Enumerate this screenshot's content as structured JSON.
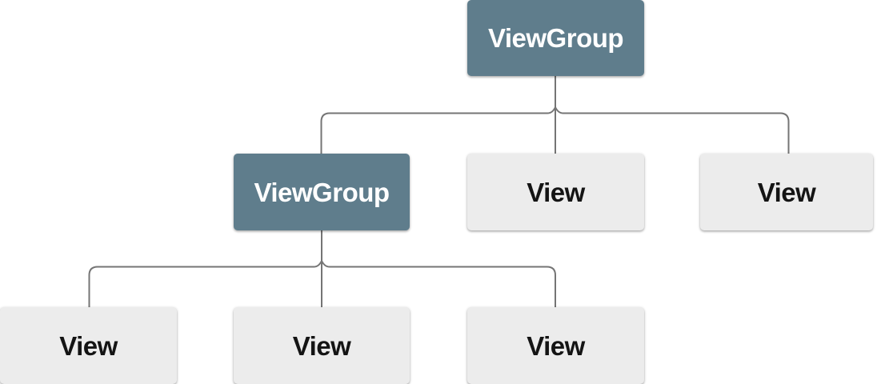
{
  "diagram": {
    "name": "view-hierarchy-tree",
    "colors": {
      "viewgroup_fill": "#5f7d8c",
      "viewgroup_text": "#ffffff",
      "view_fill": "#ececec",
      "view_text": "#141414",
      "connector": "#757575",
      "background": "#ffffff"
    },
    "nodes": {
      "root": {
        "label": "ViewGroup",
        "type": "viewgroup"
      },
      "child1": {
        "label": "ViewGroup",
        "type": "viewgroup"
      },
      "child2": {
        "label": "View",
        "type": "view"
      },
      "child3": {
        "label": "View",
        "type": "view"
      },
      "grandchild1": {
        "label": "View",
        "type": "view"
      },
      "grandchild2": {
        "label": "View",
        "type": "view"
      },
      "grandchild3": {
        "label": "View",
        "type": "view"
      }
    },
    "edges": [
      {
        "from": "root",
        "to": "child1"
      },
      {
        "from": "root",
        "to": "child2"
      },
      {
        "from": "root",
        "to": "child3"
      },
      {
        "from": "child1",
        "to": "grandchild1"
      },
      {
        "from": "child1",
        "to": "grandchild2"
      },
      {
        "from": "child1",
        "to": "grandchild3"
      }
    ]
  }
}
